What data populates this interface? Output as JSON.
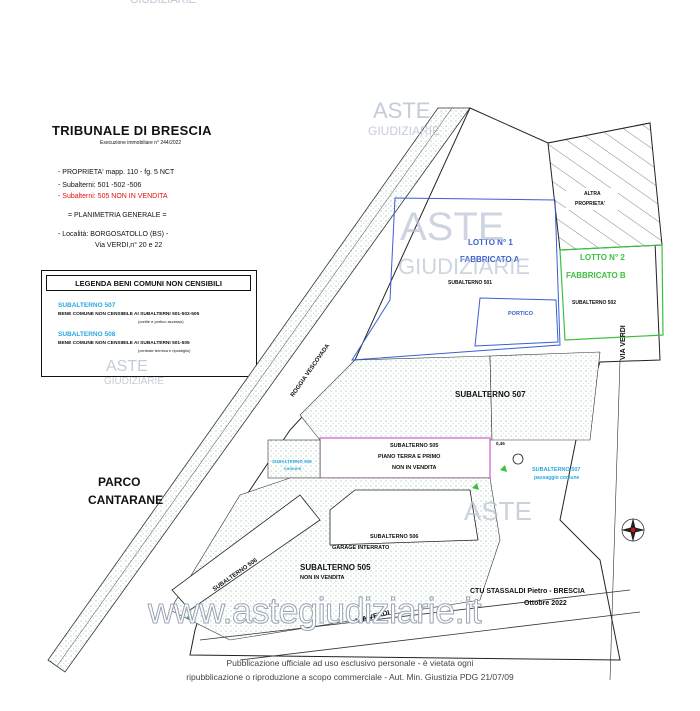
{
  "header": {
    "title": "TRIBUNALE DI BRESCIA",
    "execution": "Esecuzione immobiliare n° 244/2022"
  },
  "info": {
    "property": "- PROPRIETA' mapp. 110 - fg. 5  NCT",
    "subaltern": "- Subalterni:  501 -502 -506",
    "subaltern_not_sale": "- Subalterni:  505  NON  IN  VENDITA",
    "plan": "= PLANIMETRIA   GENERALE =",
    "locality": "- Località:  BORGOSATOLLO (BS)  -",
    "address": "Via  VERDI,n° 20 e 22"
  },
  "legend": {
    "title": "LEGENDA BENI COMUNI NON CENSIBILI",
    "item1_code": "SUBALTERNO  507",
    "item1_desc": "BENE COMUNE NON CENSIBILE AI SUBALTERNI 501-502-505",
    "item1_note": "(cortile e portico accesso)",
    "item2_code": "SUBALTERNO  508",
    "item2_desc": "BENE COMUNE NON CENSIBILE AI SUBALTERNI 501-505",
    "item2_note": "(centrale termica e ripostiglio)"
  },
  "plan_labels": {
    "altra": "ALTRA",
    "proprieta": "PROPRIETA'",
    "lotto1": "LOTTO  N° 1",
    "fabbricato_a": "FABBRICATO  A",
    "sub501": "SUBALTERNO  501",
    "portico": "PORTICO",
    "lotto2": "LOTTO  N° 2",
    "fabbricato_b": "FABBRICATO  B",
    "sub502": "SUBALTERNO  502",
    "via_verdi_right": "VIA   VERDI",
    "roggia": "ROGGIA      VESCOVADA",
    "sub507": "SUBALTERNO   507",
    "sub505_title": "SUBALTERNO  505",
    "sub505_line2": "PIANO TERRA E PRIMO",
    "sub505_line3": "NON  IN  VENDITA",
    "sub508_left": "SUBALTERNO 508",
    "comune": "comune",
    "sub507_right": "SUBALTERNO  507",
    "passaggio": "passaggio comune",
    "sub506_title": "SUBALTERNO  506",
    "garage": "GARAGE  INTERRATO",
    "sub505_big": "SUBALTERNO  505",
    "non_vendita": "NON  IN  VENDITA",
    "sub506_rot": "SUBALTERNO  506",
    "parco": "PARCO",
    "cantarane": "CANTARANE",
    "ctu": "CTU STASSALDI Pietro -  BRESCIA",
    "date": "Ottobre  2022",
    "via_verdi_bottom": "VIA    VERDI",
    "dim": "0,45"
  },
  "watermarks": {
    "aste": "ASTE",
    "giudiziarie": "GIUDIZIARIE",
    "big": "www.astegiudiziarie.it"
  },
  "footer": {
    "line1": "Pubblicazione ufficiale ad uso esclusivo personale - è vietata ogni",
    "line2": "ripubblicazione o riproduzione a scopo commerciale - Aut. Min. Giustizia PDG 21/07/09"
  }
}
